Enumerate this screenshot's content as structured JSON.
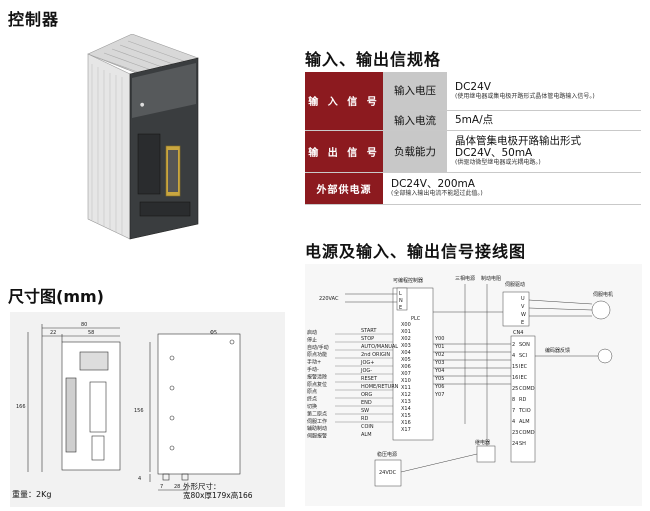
{
  "headings": {
    "controller": "控制器",
    "io_spec": "输入、输出信规格",
    "wiring": "电源及输入、输出信号接线图",
    "dimensions": "尺寸图(mm)"
  },
  "spec_table": {
    "input_signal": "输 入 信 号",
    "input_voltage_label": "输入电压",
    "input_voltage_value": "DC24V",
    "input_voltage_note": "(使用继电器或集电极开路形式晶体管电路输入信号。)",
    "input_current_label": "输入电流",
    "input_current_value": "5mA/点",
    "output_signal": "输 出 信 号",
    "load_label": "负载能力",
    "load_value_1": "晶体管集电极开路输出形式",
    "load_value_2": "DC24V、50mA",
    "load_note": "(供驱动微型继电器或光耦电路。)",
    "ext_supply": "外部供电源",
    "ext_value": "DC24V、200mA",
    "ext_note": "(全部输入输出电流不能超过此值。)"
  },
  "dimensions": {
    "width_total": "80",
    "width_a": "22",
    "width_b": "58",
    "height_total": "166",
    "height_inner": "156",
    "bottom_a": "4",
    "bottom_b": "7",
    "bottom_c": "28",
    "hole": "Φ5",
    "weight": "重量：2Kg",
    "outline_1": "外形尺寸：",
    "outline_2": "宽80x厚179x高166"
  },
  "wiring": {
    "three_phase": "三相电源",
    "mains": "220VAC",
    "brake": "制动电阻",
    "servo": "伺服驱动",
    "motor": "伺服电机",
    "plc": "可编程控制器",
    "plc_label": "PLC",
    "encoder": "编码器反馈",
    "cn4": "CN4",
    "relay": "继电器",
    "psu": "稳压电源",
    "psu_voltage": "24VDC",
    "inputs": [
      "启动",
      "停止",
      "自动/手动",
      "原点功能",
      "手动+",
      "手动-",
      "报警清除",
      "原点复位",
      "原点",
      "终点",
      "切换",
      "第二原点",
      "伺服工作",
      "辅助制动",
      "伺服报警"
    ],
    "signals": [
      "START",
      "STOP",
      "AUTO/MANUAL",
      "2nd ORIGIN",
      "JOG+",
      "JOG-",
      "RESET",
      "HOME/RETURN",
      "ORG",
      "END",
      "SW",
      "RD",
      "COIN",
      "ALM"
    ],
    "x_ports": [
      "X00",
      "X01",
      "X02",
      "X03",
      "X04",
      "X05",
      "X06",
      "X07",
      "X10",
      "X11",
      "X12",
      "X13",
      "X14",
      "X15",
      "X16",
      "X17"
    ],
    "y_ports": [
      "Y00",
      "Y01",
      "Y02",
      "Y03",
      "Y04",
      "Y05",
      "Y06",
      "Y07"
    ],
    "cn_pins": [
      "SON",
      "SCI",
      "IEC",
      "IEC",
      "COMD",
      "RD",
      "TCIO",
      "ALM",
      "COMD",
      "SH"
    ],
    "cn_nums": [
      "2",
      "4",
      "15",
      "16",
      "25",
      "8",
      "7",
      "4",
      "23",
      "24"
    ],
    "terminals": [
      "L",
      "N",
      "E"
    ],
    "uvw": [
      "U",
      "V",
      "W",
      "E"
    ]
  }
}
